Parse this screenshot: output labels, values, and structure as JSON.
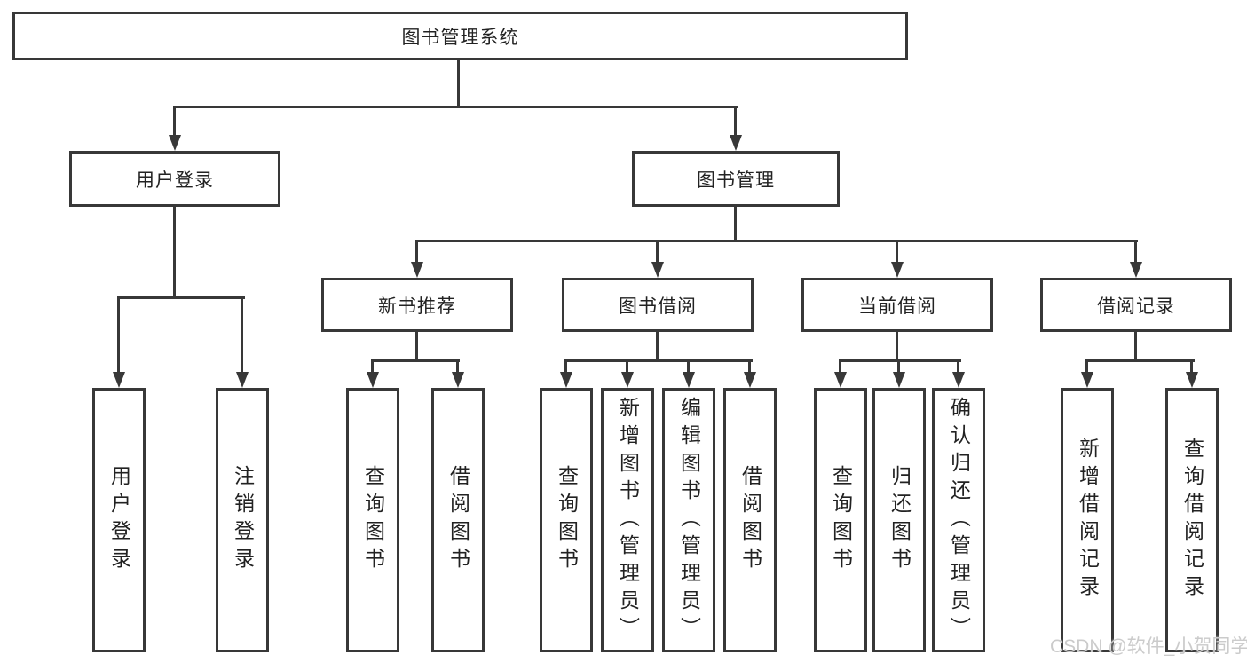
{
  "diagram": {
    "root": "图书管理系统",
    "branches": [
      {
        "label": "用户登录",
        "leaves": [
          "用户登录",
          "注销登录"
        ]
      },
      {
        "label": "图书管理",
        "groups": [
          {
            "label": "新书推荐",
            "leaves": [
              "查询图书",
              "借阅图书"
            ]
          },
          {
            "label": "图书借阅",
            "leaves": [
              "查询图书",
              "新增图书（管理员）",
              "编辑图书（管理员）",
              "借阅图书"
            ]
          },
          {
            "label": "当前借阅",
            "leaves": [
              "查询图书",
              "归还图书",
              "确认归还（管理员）"
            ]
          },
          {
            "label": "借阅记录",
            "leaves": [
              "新增借阅记录",
              "查询借阅记录"
            ]
          }
        ]
      }
    ],
    "watermark": "CSDN @软件_小贺同学",
    "colors": {
      "line": "#383838",
      "text": "#222222",
      "watermark": "#cbcbcb",
      "background": "#ffffff"
    }
  }
}
